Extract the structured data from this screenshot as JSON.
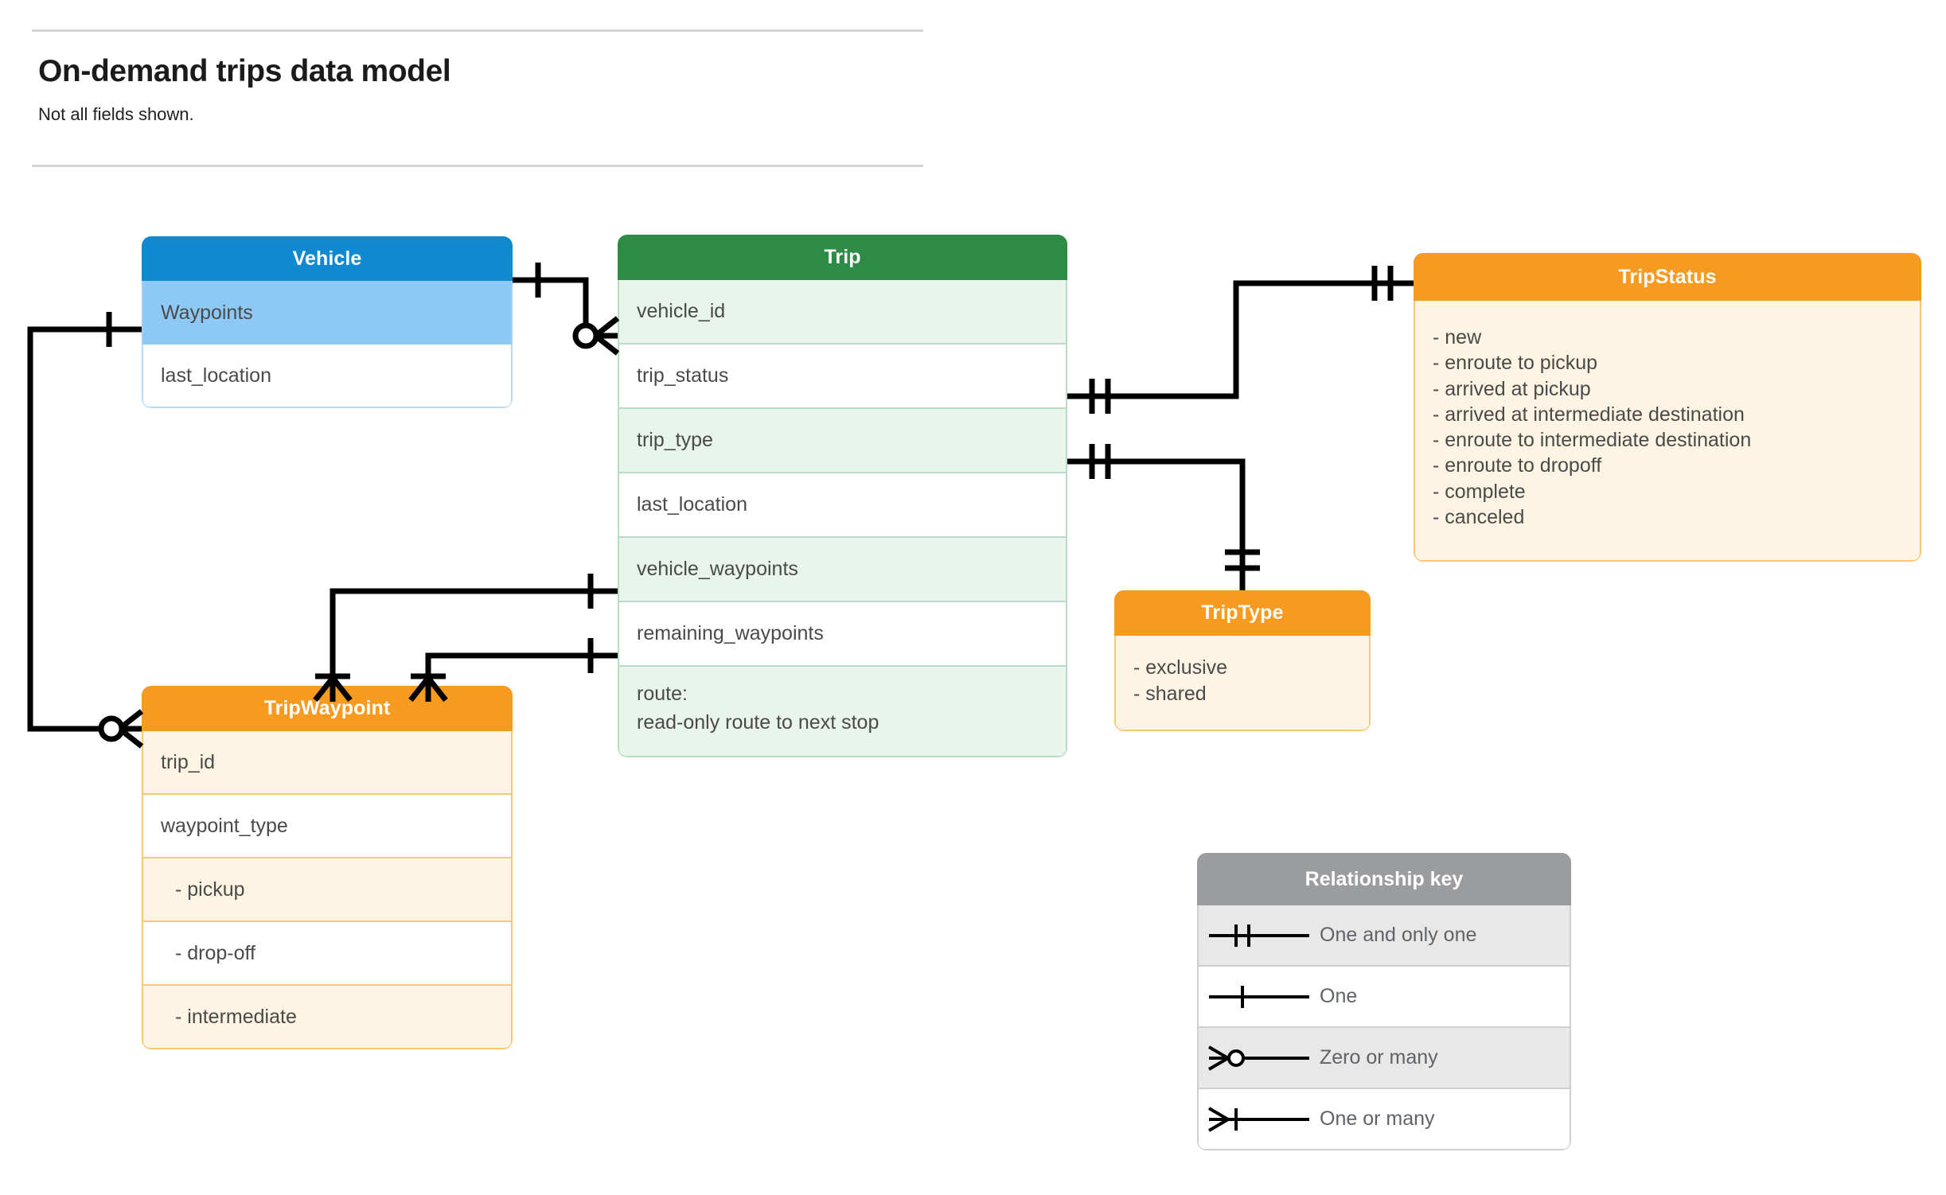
{
  "header": {
    "title": "On-demand trips data model",
    "subtitle": "Not all fields shown."
  },
  "colors": {
    "vehicle_header": "#1189d0",
    "vehicle_row_alt": "#8ec8f4",
    "trip_header": "#2e8b46",
    "trip_row_alt": "#e8f4ec",
    "orange_header": "#f79a21",
    "orange_body": "#fdf4e4",
    "legend_header": "#9b9c9e",
    "legend_row_alt": "#e8e8e8",
    "connector": "#000000"
  },
  "entities": {
    "vehicle": {
      "name": "Vehicle",
      "fields": [
        "Waypoints",
        "last_location"
      ]
    },
    "trip": {
      "name": "Trip",
      "fields": [
        "vehicle_id",
        "trip_status",
        "trip_type",
        "last_location",
        "vehicle_waypoints",
        "remaining_waypoints"
      ],
      "route_label": "route:",
      "route_desc": "read-only route to next stop"
    },
    "trip_status": {
      "name": "TripStatus",
      "values": [
        "- new",
        "- enroute to pickup",
        "- arrived at pickup",
        "- arrived at intermediate destination",
        "- enroute to intermediate destination",
        "- enroute to dropoff",
        "- complete",
        "- canceled"
      ]
    },
    "trip_type": {
      "name": "TripType",
      "values": [
        "- exclusive",
        "- shared"
      ]
    },
    "trip_waypoint": {
      "name": "TripWaypoint",
      "fields": [
        "trip_id",
        "waypoint_type"
      ],
      "values": [
        "-  pickup",
        "-  drop-off",
        "-  intermediate"
      ]
    }
  },
  "legend": {
    "title": "Relationship key",
    "rows": [
      {
        "symbol": "one-and-only-one-symbol",
        "label": "One and only one"
      },
      {
        "symbol": "one-symbol",
        "label": "One"
      },
      {
        "symbol": "zero-or-many-symbol",
        "label": "Zero or many"
      },
      {
        "symbol": "one-or-many-symbol",
        "label": "One or many"
      }
    ]
  },
  "relationships": [
    {
      "from": "Vehicle",
      "from_field": "",
      "to": "Trip",
      "to_field": "vehicle_id",
      "from_card": "One",
      "to_card": "Zero or many"
    },
    {
      "from": "Vehicle",
      "from_field": "Waypoints",
      "to": "TripWaypoint",
      "to_field": "",
      "from_card": "One",
      "to_card": "Zero or many"
    },
    {
      "from": "Trip",
      "from_field": "trip_status",
      "to": "TripStatus",
      "to_field": "",
      "from_card": "One and only one",
      "to_card": "One and only one"
    },
    {
      "from": "Trip",
      "from_field": "trip_type",
      "to": "TripType",
      "to_field": "",
      "from_card": "One and only one",
      "to_card": "One and only one"
    },
    {
      "from": "Trip",
      "from_field": "vehicle_waypoints",
      "to": "TripWaypoint",
      "to_field": "",
      "from_card": "One",
      "to_card": "One or many"
    },
    {
      "from": "Trip",
      "from_field": "remaining_waypoints",
      "to": "TripWaypoint",
      "to_field": "",
      "from_card": "One",
      "to_card": "One or many"
    }
  ]
}
